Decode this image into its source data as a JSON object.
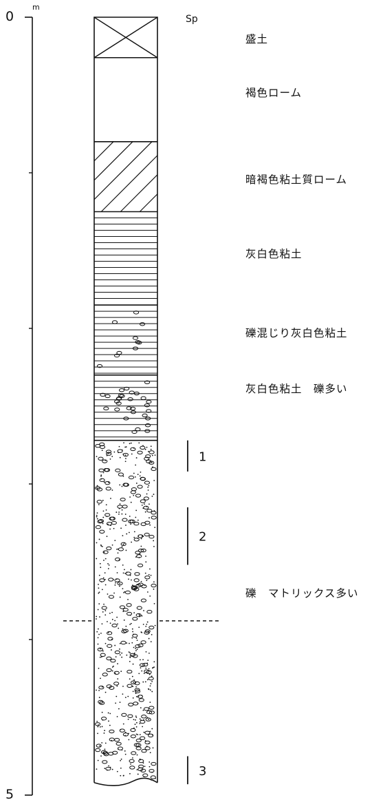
{
  "scale": {
    "top_label": "0",
    "bottom_label": "5",
    "unit": "m",
    "depth_range_m": [
      0,
      5
    ],
    "minor_ticks_m": [
      1,
      2,
      3,
      4
    ]
  },
  "column_header": "Sp",
  "layers": [
    {
      "id": "fill",
      "label": "盛土",
      "top_m": 0.0,
      "bottom_m": 0.26,
      "pattern": "crossed-box"
    },
    {
      "id": "brown-loam",
      "label": "褐色ローム",
      "top_m": 0.26,
      "bottom_m": 0.8,
      "pattern": "blank"
    },
    {
      "id": "dark-brown-clayey-loam",
      "label": "暗褐色粘土質ローム",
      "top_m": 0.8,
      "bottom_m": 1.25,
      "pattern": "diagonal-hatch"
    },
    {
      "id": "grey-white-clay",
      "label": "灰白色粘土",
      "top_m": 1.25,
      "bottom_m": 1.85,
      "pattern": "horizontal-lines"
    },
    {
      "id": "gravelly-grey-white-clay",
      "label": "礫混じり灰白色粘土",
      "top_m": 1.85,
      "bottom_m": 2.3,
      "pattern": "horizontal-lines-sparse-pebbles"
    },
    {
      "id": "grey-white-clay-many-gravel",
      "label": "灰白色粘土　礫多い",
      "top_m": 2.3,
      "bottom_m": 2.72,
      "pattern": "horizontal-lines-dense-pebbles"
    },
    {
      "id": "gravel-matrix-rich",
      "label": "礫　マトリックス多い",
      "top_m": 2.72,
      "bottom_m": 4.92,
      "pattern": "pebbles-and-dots"
    }
  ],
  "groundwater_level_m": 3.88,
  "samples": [
    {
      "label": "1",
      "top_m": 2.72,
      "bottom_m": 2.92
    },
    {
      "label": "2",
      "top_m": 3.15,
      "bottom_m": 3.52
    },
    {
      "label": "3",
      "top_m": 4.75,
      "bottom_m": 4.93
    }
  ],
  "colors": {
    "ink": "#111111",
    "paper": "#ffffff"
  }
}
